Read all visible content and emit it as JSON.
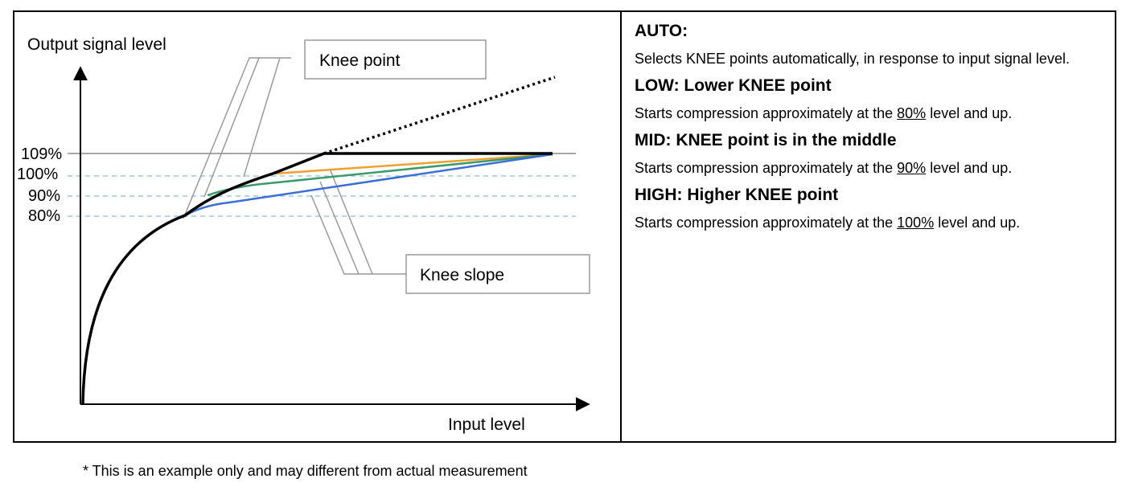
{
  "diagram": {
    "y_axis_label": "Output signal level",
    "x_axis_label": "Input level",
    "levels": [
      "109%",
      "100%",
      "90%",
      "80%"
    ],
    "callout_knee_point": "Knee point",
    "callout_knee_slope": "Knee slope",
    "colors": {
      "main_curve": "#000000",
      "low_curve": "#3a6fd8",
      "mid_curve": "#3a9a68",
      "high_curve": "#f0a030",
      "guide_dashed": "#9cc7ea",
      "clip_line": "#8c8c8c"
    }
  },
  "panel": {
    "auto_title": "AUTO:",
    "auto_desc": "Selects KNEE points automatically, in response to input signal level.",
    "low_title": "LOW: Lower KNEE point",
    "low_desc_pre": "Starts compression approximately at the ",
    "low_value": "80%",
    "low_desc_post": " level and up.",
    "mid_title": "MID: KNEE point is in the middle",
    "mid_desc_pre": "Starts compression approximately at the ",
    "mid_value": "90%",
    "mid_desc_post": " level and up.",
    "high_title": "HIGH: Higher KNEE point",
    "high_desc_pre": "Starts compression approximately at the ",
    "high_value": "100%",
    "high_desc_post": " level and up."
  },
  "footnote": "* This is an example only and may different from actual measurement"
}
